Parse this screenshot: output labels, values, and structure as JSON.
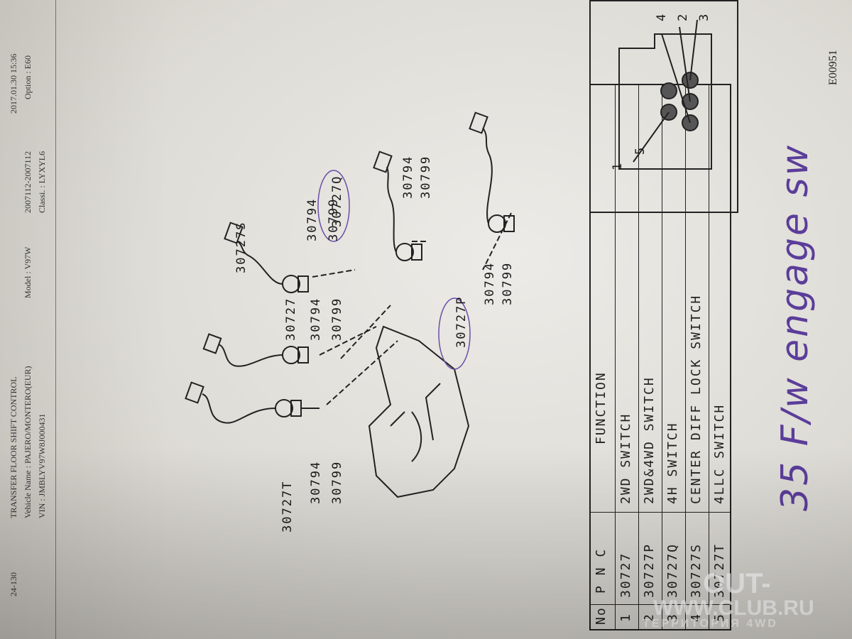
{
  "header": {
    "page_no": "24-130",
    "title": "TRANSFER FLOOR SHIFT CONTROL",
    "date": "2017.01.30 15:36",
    "vehicle_name": "Vehicle Name : PAJERO/MONTERO(EUR)",
    "model": "Model : V97W",
    "production": "2007112-2007112",
    "option": "Option : E60",
    "vin": "VIN : JMBLYV97W8J000431",
    "classi": "Classi. : LYXYL6"
  },
  "side_code": "E00951",
  "diagram_labels": {
    "p30727T": "30727T",
    "p30794_a": "30794",
    "p30799_a": "30799",
    "p30727": "30727",
    "p30794_b": "30794",
    "p30799_b": "30799",
    "p30727S": "30727S",
    "p30794_c": "30794",
    "p30799_c": "30799",
    "p30727Q": "30727Q",
    "p30794_d": "30794",
    "p30799_d": "30799",
    "p30727P": "30727P",
    "p30794_e": "30794",
    "p30799_e": "30799"
  },
  "connector_pins": [
    "1",
    "2",
    "3",
    "4",
    "5"
  ],
  "table": {
    "col_no": "No",
    "col_pnc": "P N C",
    "col_function": "FUNCTION",
    "rows": [
      {
        "no": "1",
        "pnc": "30727",
        "function": "2WD SWITCH"
      },
      {
        "no": "2",
        "pnc": "30727P",
        "function": "2WD&4WD SWITCH"
      },
      {
        "no": "3",
        "pnc": "30727Q",
        "function": "4H SWITCH"
      },
      {
        "no": "4",
        "pnc": "30727S",
        "function": "CENTER DIFF LOCK SWITCH"
      },
      {
        "no": "5",
        "pnc": "30727T",
        "function": "4LLC SWITCH"
      }
    ]
  },
  "handwritten_note": "35 F/w engage sw",
  "watermark": {
    "line1": "OUT-",
    "line2": "WWW.CLUB.RU",
    "line3": "ТЕРРИТОРИЯ 4WD"
  }
}
